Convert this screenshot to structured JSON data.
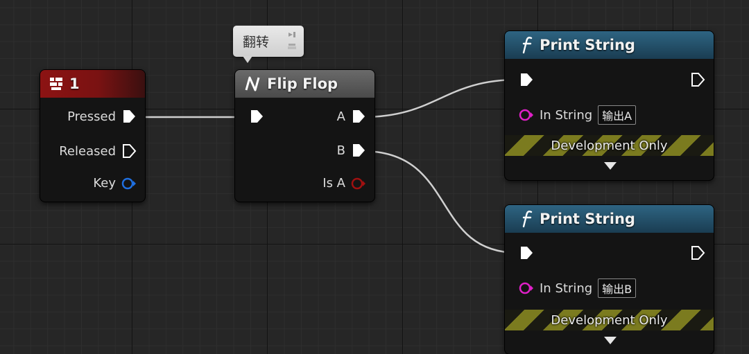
{
  "input_event_node": {
    "title": "1",
    "pins": {
      "pressed": "Pressed",
      "released": "Released",
      "key": "Key"
    }
  },
  "flip_flop_node": {
    "title": "Flip Flop",
    "comment": "翻转",
    "pins": {
      "a": "A",
      "b": "B",
      "is_a": "Is A"
    }
  },
  "print_string_nodes": [
    {
      "title": "Print String",
      "in_string_label": "In String",
      "in_string_value": "输出A",
      "development_only": "Development Only"
    },
    {
      "title": "Print String",
      "in_string_label": "In String",
      "in_string_value": "输出B",
      "development_only": "Development Only"
    }
  ],
  "colors": {
    "event_header": "#8a1414",
    "function_header": "#1f4f6b",
    "flow_control_header": "#5a5a5a",
    "exec_pin": "#ffffff",
    "key_pin": "#1f6fe0",
    "bool_pin": "#9a0f0f",
    "string_pin": "#e020c8",
    "dev_only_stripe": "#7b7b1f",
    "wire": "#cfcfcf"
  },
  "icons": {
    "input_event": "keyboard-key-icon",
    "flip_flop": "flip-flop-icon",
    "print_string": "function-icon"
  }
}
